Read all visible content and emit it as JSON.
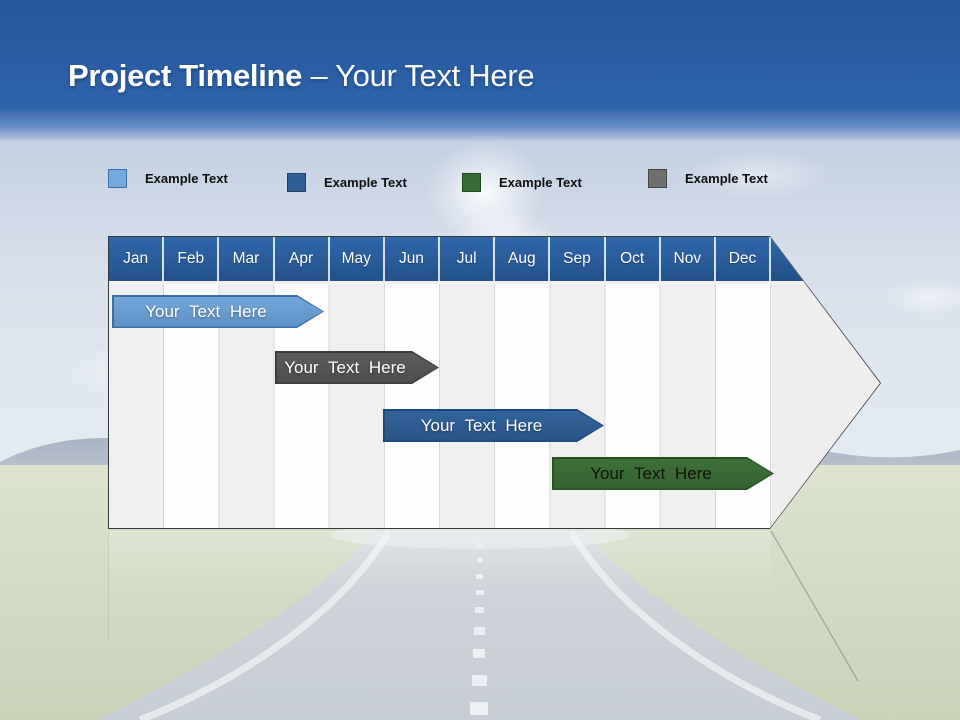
{
  "header": {
    "title_bold": "Project Timeline",
    "title_light": "– Your Text Here"
  },
  "legend": {
    "items": [
      {
        "label": "Example Text",
        "color": "#74a9dc",
        "border": "#3d6ea5"
      },
      {
        "label": "Example Text",
        "color": "#2e5e96",
        "border": "#1c3f66"
      },
      {
        "label": "Example Text",
        "color": "#366c36",
        "border": "#1e4a20"
      },
      {
        "label": "Example Text",
        "color": "#6f6f6f",
        "border": "#454545"
      }
    ]
  },
  "timeline": {
    "months": [
      "Jan",
      "Feb",
      "Mar",
      "Apr",
      "May",
      "Jun",
      "Jul",
      "Aug",
      "Sep",
      "Oct",
      "Nov",
      "Dec"
    ],
    "header_color": "#255a9b",
    "bars": [
      {
        "label": "Your Text Here",
        "start_month": "Jan",
        "end_month": "Mar",
        "row": 1,
        "fill": "#73a7da",
        "fill2": "#5e92c6",
        "border": "#3c6ea8",
        "text_color": "#ffffff"
      },
      {
        "label": "Your Text Here",
        "start_month": "Apr",
        "end_month": "Jun",
        "row": 2,
        "fill": "#5c5c5e",
        "fill2": "#4e4e50",
        "border": "#3c3c3e",
        "text_color": "#ffffff"
      },
      {
        "label": "Your Text Here",
        "start_month": "Jun",
        "end_month": "Sep",
        "row": 3,
        "fill": "#33669b",
        "fill2": "#295386",
        "border": "#1d4879",
        "text_color": "#ffffff"
      },
      {
        "label": "Your Text Here",
        "start_month": "Sep",
        "end_month": "Dec",
        "row": 4,
        "fill": "#3d7139",
        "fill2": "#34622f",
        "border": "#26511f",
        "text_color": "#101408"
      }
    ]
  }
}
